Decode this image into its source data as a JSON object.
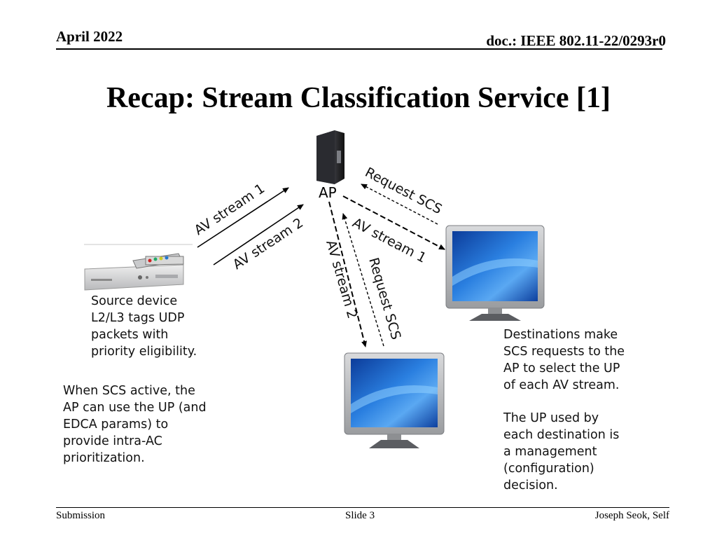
{
  "header": {
    "date": "April 2022",
    "doc_id": "doc.: IEEE 802.11-22/0293r0"
  },
  "title": "Recap: Stream Classification Service [1]",
  "diagram": {
    "ap_label": "AP",
    "arrows": {
      "src_av1": "AV stream 1",
      "src_av2": "AV stream 2",
      "dest1_request": "Request SCS",
      "dest1_av1": "AV stream 1",
      "dest2_av2": "AV stream 2",
      "dest2_request": "Request SCS"
    },
    "source_text": [
      "Source device",
      "L2/L3 tags UDP",
      "packets with",
      "priority eligibility."
    ],
    "scs_text": [
      "When SCS active, the",
      "AP can use the UP (and",
      "EDCA params) to",
      "provide intra-AC",
      "prioritization."
    ],
    "dest_text_1": [
      "Destinations make",
      "SCS requests to the",
      "AP to select the UP",
      "of each AV stream."
    ],
    "dest_text_2": [
      "The UP used by",
      "each destination is",
      "a management",
      "(configuration)",
      "decision."
    ]
  },
  "footer": {
    "left": "Submission",
    "center": "Slide 3",
    "right": "Joseph Seok, Self"
  }
}
